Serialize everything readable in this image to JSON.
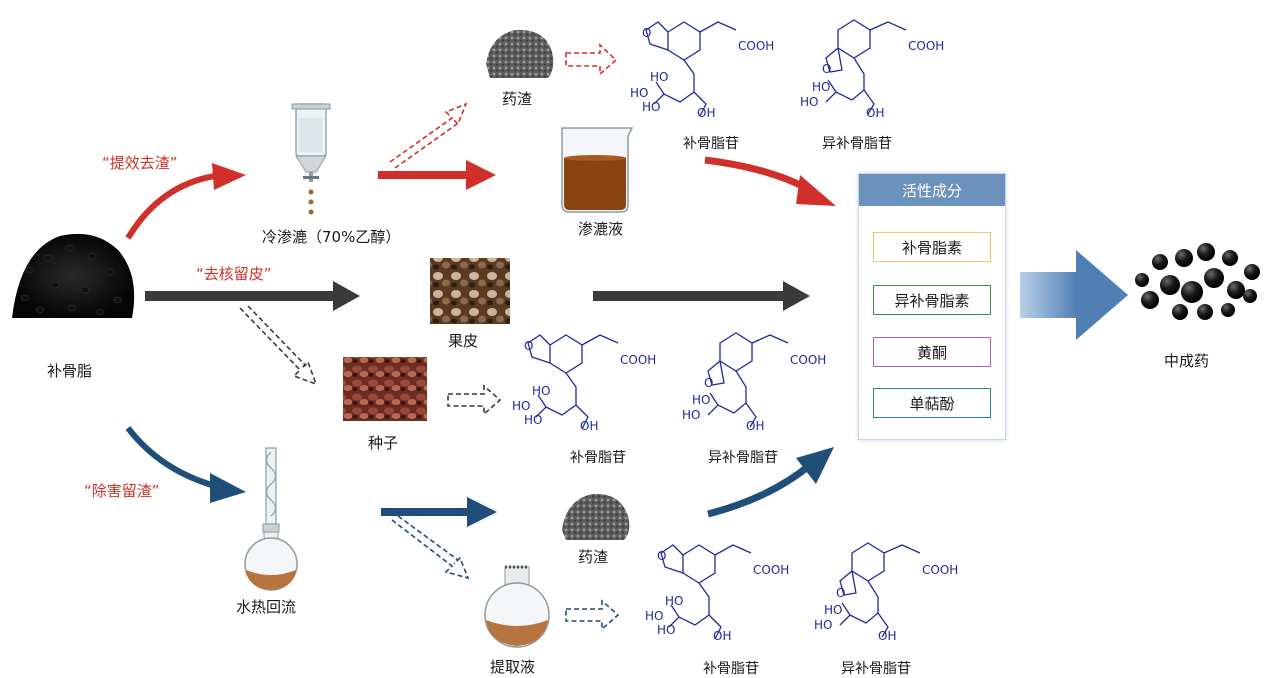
{
  "source": {
    "label": "补骨脂"
  },
  "routes": {
    "r1": "“提效去渣”",
    "r2": "“去核留皮”",
    "r3": "“除害留渣”"
  },
  "steps": {
    "percolation": "冷渗漉（70%乙醇）",
    "residue_top": "药渣",
    "percolate": "渗漉液",
    "peel": "果皮",
    "seed": "种子",
    "reflux": "水热回流",
    "residue_bottom": "药渣",
    "extract": "提取液"
  },
  "molecule_text": {
    "cooh": "COOH",
    "ho": "HO",
    "oh": "OH",
    "o": "O"
  },
  "compounds": {
    "top_1": "补骨脂苷",
    "top_2": "异补骨脂苷",
    "mid_1": "补骨脂苷",
    "mid_2": "异补骨脂苷",
    "bot_1": "补骨脂苷",
    "bot_2": "异补骨脂苷"
  },
  "panel": {
    "title": "活性成分",
    "items": [
      {
        "label": "补骨脂素",
        "color": "#f2c46a"
      },
      {
        "label": "异补骨脂素",
        "color": "#3f8a4e"
      },
      {
        "label": "黄酮",
        "color": "#b05fb3"
      },
      {
        "label": "单萜酚",
        "color": "#2e8a8a"
      }
    ]
  },
  "product": {
    "label": "中成药"
  },
  "colors": {
    "red_route": "#d1302a",
    "dark_route": "#3a3a3a",
    "blue_route": "#1f4e79",
    "molecule": "#1f2a9a",
    "panel_header": "#6a92bd"
  },
  "icons": {
    "seeds": "black-seed-pile",
    "percolator": "percolator-icon",
    "beaker": "beaker-icon",
    "flask": "round-bottom-flask-icon",
    "condenser": "reflux-condenser-icon",
    "pills": "black-pills-icon"
  }
}
